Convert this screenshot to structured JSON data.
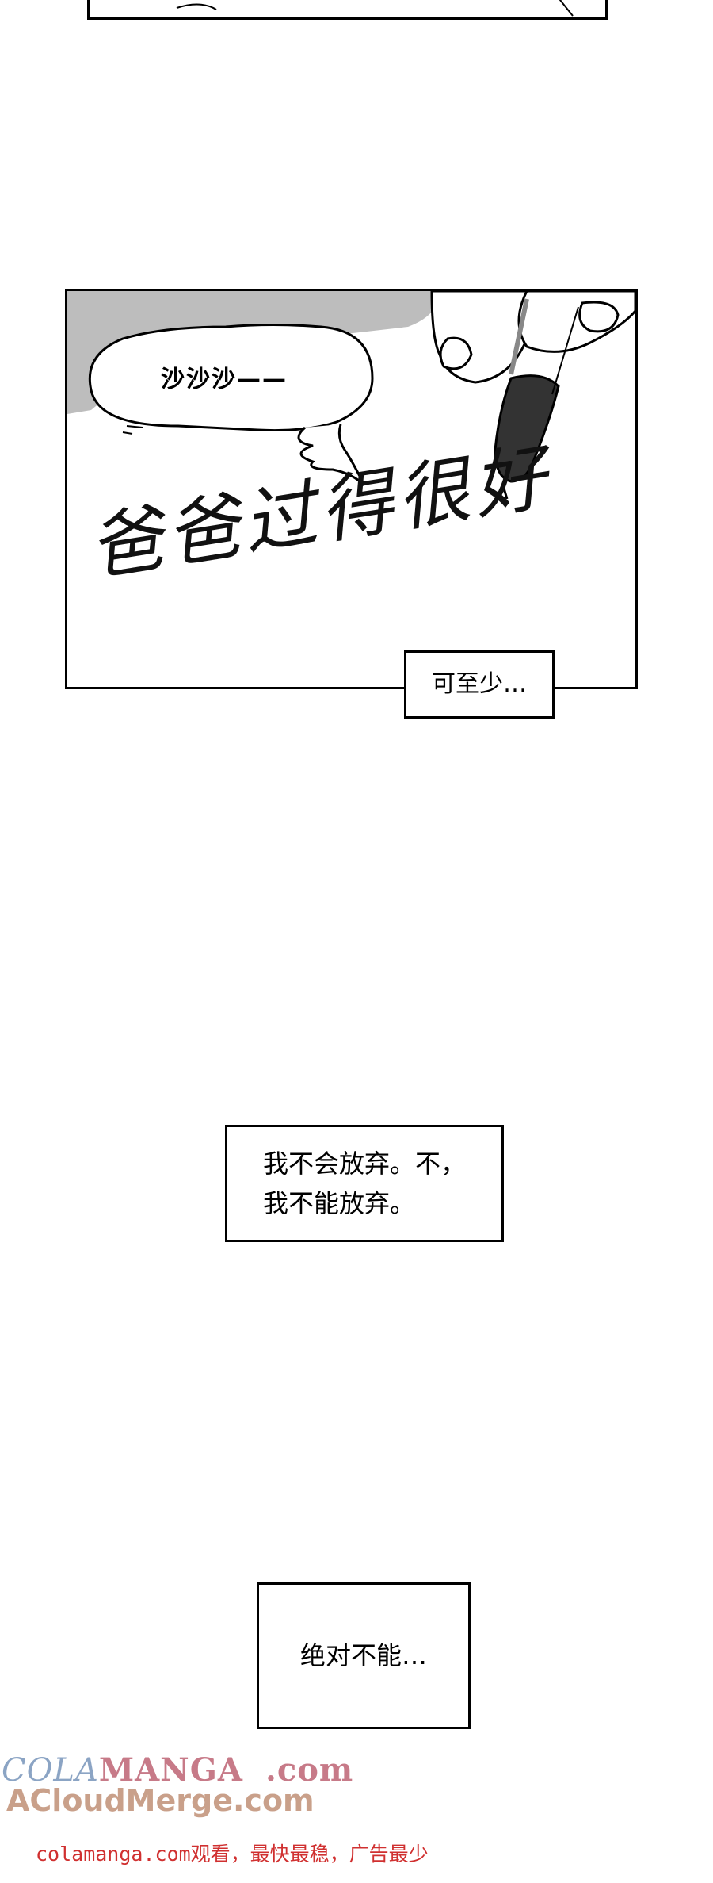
{
  "panel_art": {
    "sfx": "沙沙沙——",
    "handwriting": "爸爸过得很好"
  },
  "captions": {
    "caption_1": "可至少…",
    "caption_2_line1": "我不会放弃。不，",
    "caption_2_line2": "我不能放弃。",
    "caption_3": "绝对不能…"
  },
  "watermark": {
    "cola": "COLA",
    "manga": "MANGA",
    "com": ".com",
    "acloud": "ACloudMerge.com"
  },
  "footer": {
    "text": "colamanga.com观看，最快最稳，广告最少"
  },
  "colors": {
    "watermark_blue": "#8ba4c4",
    "watermark_pink": "#c77a88",
    "watermark_tan": "#c9a08a",
    "footer_red": "#d03030"
  }
}
